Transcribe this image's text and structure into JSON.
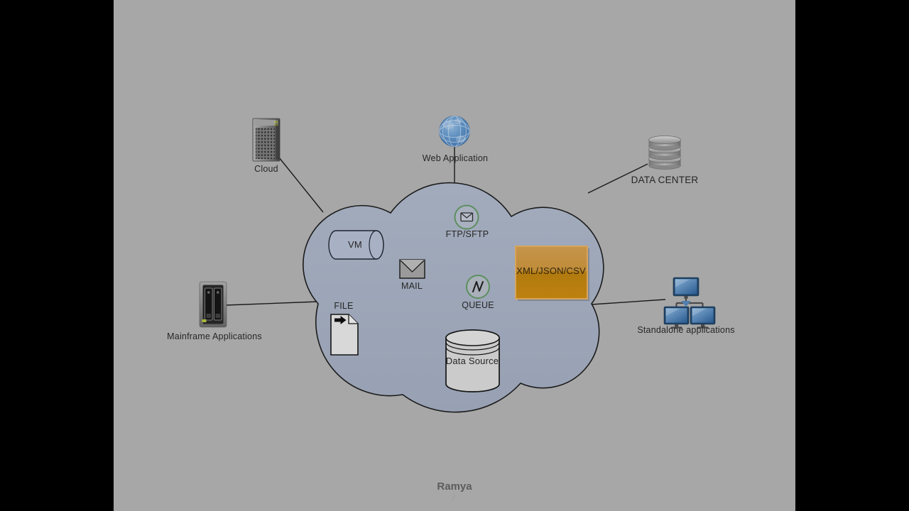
{
  "scene": {
    "type": "cloud-integration-architecture-diagram",
    "watermark": "Ramya",
    "labels": {
      "cloud": "Cloud",
      "web_application": "Web Application",
      "data_center": "DATA CENTER",
      "mainframe": "Mainframe Applications",
      "standalone": "Standalone applications",
      "vm": "VM",
      "ftp": "FTP/SFTP",
      "mail": "MAIL",
      "queue": "QUEUE",
      "xml": "XML/JSON/CSV",
      "file": "FILE",
      "data_source": "Data Source"
    },
    "icons": {
      "cloud": "server-tower-icon",
      "web_application": "globe-icon",
      "data_center": "database-stack-icon",
      "mainframe": "storage-server-icon",
      "standalone": "network-monitors-icon",
      "vm": "horizontal-cylinder-shape",
      "ftp": "envelope-in-circle-icon",
      "mail": "envelope-icon",
      "queue": "zigzag-in-circle-icon",
      "file": "document-arrow-icon",
      "data_source": "database-cylinder-shape",
      "xml": "orange-rectangle-shape"
    },
    "connections": [
      {
        "from": "cloud",
        "to": "integration-cloud"
      },
      {
        "from": "web_application",
        "to": "integration-cloud"
      },
      {
        "from": "data_center",
        "to": "integration-cloud"
      },
      {
        "from": "mainframe",
        "to": "integration-cloud"
      },
      {
        "from": "standalone",
        "to": "integration-cloud"
      }
    ],
    "colors": {
      "letterbox": "#000000",
      "background": "#a7a7a7",
      "cloud_fill": "#9aa4b6",
      "cloud_stroke": "#1b1b1b",
      "accent_orange_top": "#c6944b",
      "accent_orange_bottom": "#b87d10",
      "accent_green": "#5d8f5f",
      "monitor_blue": "#4f7fae",
      "connector": "#1a1a1a",
      "label_text": "#262626"
    }
  }
}
